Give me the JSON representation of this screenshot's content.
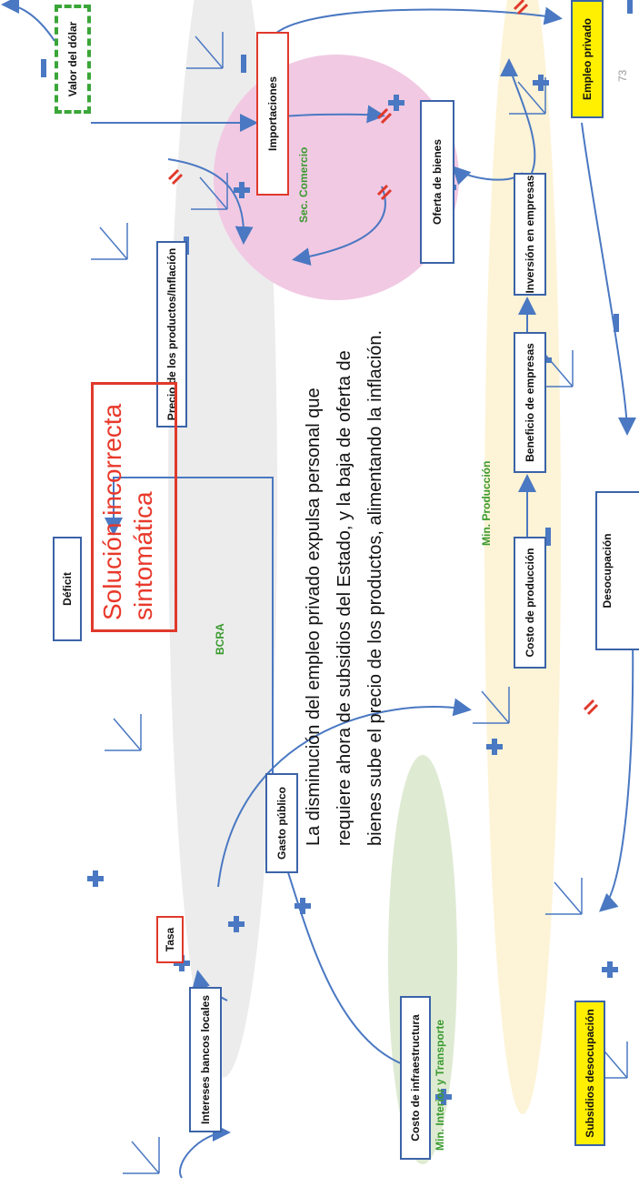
{
  "title": "Solución incorrecta\nsintomática",
  "title_line1": "Solución incorrecta",
  "title_line2": "sintomática",
  "caption_lines": [
    "La disminución del empleo privado expulsa personal que",
    "requiere ahora de subsidios del Estado, y la baja de oferta de",
    "bienes sube el precio de los productos, alimentando la inflación."
  ],
  "page_number": "73",
  "regions": {
    "bcra": "BCRA",
    "sec_comercio": "Sec. Comercio",
    "min_produccion": "Min. Producción",
    "min_interior": "Min. Interior y Transporte"
  },
  "nodes": {
    "intereses": "Intereses bancos locales",
    "tasa": "Tasa",
    "gasto": "Gasto público",
    "deficit": "Déficit",
    "costo_infra": "Costo de infraestructura",
    "subsidios": "Subsidios desocupación",
    "costo_prod": "Costo de producción",
    "beneficio": "Beneficio de empresas",
    "inversion": "Inversión en empresas",
    "desocupacion": "Desocupación",
    "precio": "Precio de los productos/Inflación",
    "importaciones": "Importaciones",
    "oferta": "Oferta de bienes",
    "empleo": "Empleo privado",
    "dolar": "Valor del dólar"
  },
  "colors": {
    "arrow": "#4a78c2",
    "node_border": "#3b63a8",
    "accent_red": "#e0392b",
    "region_green_text": "#3a9a2f",
    "highlight_yellow": "#ffef00",
    "ellipse_gray": "#ececec",
    "ellipse_green": "#dfead3",
    "ellipse_yellow": "#fdf3d6",
    "ellipse_pink": "#f1c9e3"
  }
}
